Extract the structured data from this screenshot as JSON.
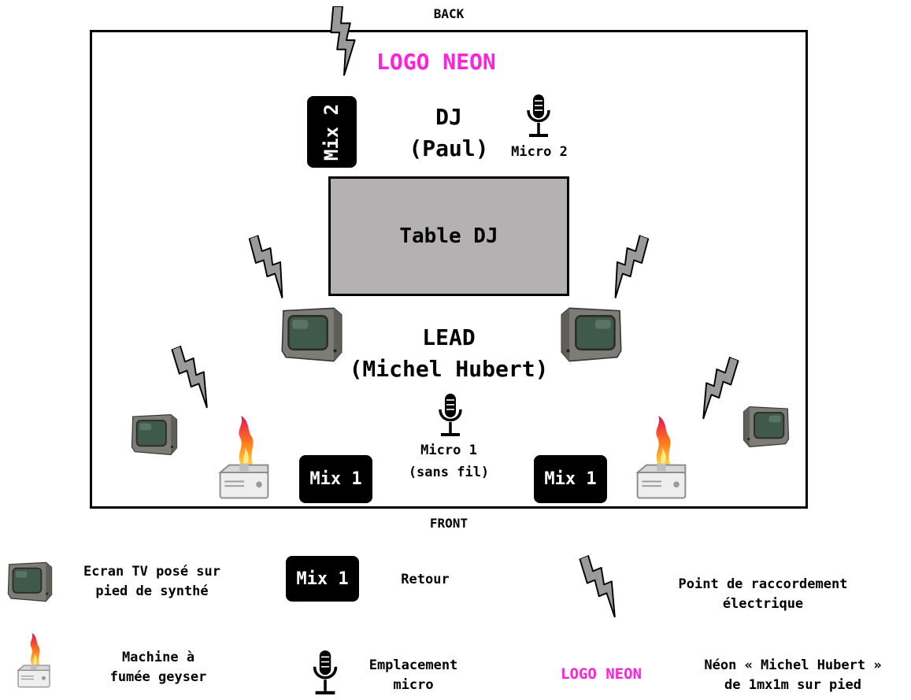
{
  "stage": {
    "back_label": "BACK",
    "front_label": "FRONT",
    "logo_neon": "LOGO NEON",
    "dj_line1": "DJ",
    "dj_line2": "(Paul)",
    "micro2_label": "Micro 2",
    "mix2_label": "Mix 2",
    "table_label": "Table DJ",
    "lead_line1": "LEAD",
    "lead_line2": "(Michel Hubert)",
    "micro1_line1": "Micro 1",
    "micro1_line2": "(sans fil)",
    "mix1_left_label": "Mix 1",
    "mix1_right_label": "Mix 1"
  },
  "legend": {
    "tv_text": "Ecran TV posé sur\npied de synthé",
    "mix_sample": "Mix 1",
    "mix_text": "Retour",
    "power_text": "Point de raccordement\nélectrique",
    "fog_text": "Machine à\nfumée geyser",
    "mic_text": "Emplacement\nmicro",
    "neon_sample": "LOGO NEON",
    "neon_text": "Néon « Michel Hubert »\nde 1mx1m sur pied"
  },
  "colors": {
    "neon": "#ff22d8",
    "table": "#b3b1b1",
    "bolt": "#9a9a9a",
    "tv": "#7d7c76",
    "screen": "#3f5a4a"
  },
  "icons": {
    "tv": "crt-tv-icon",
    "bolt": "lightning-bolt-icon",
    "fog": "fog-machine-icon",
    "mic": "microphone-icon"
  }
}
